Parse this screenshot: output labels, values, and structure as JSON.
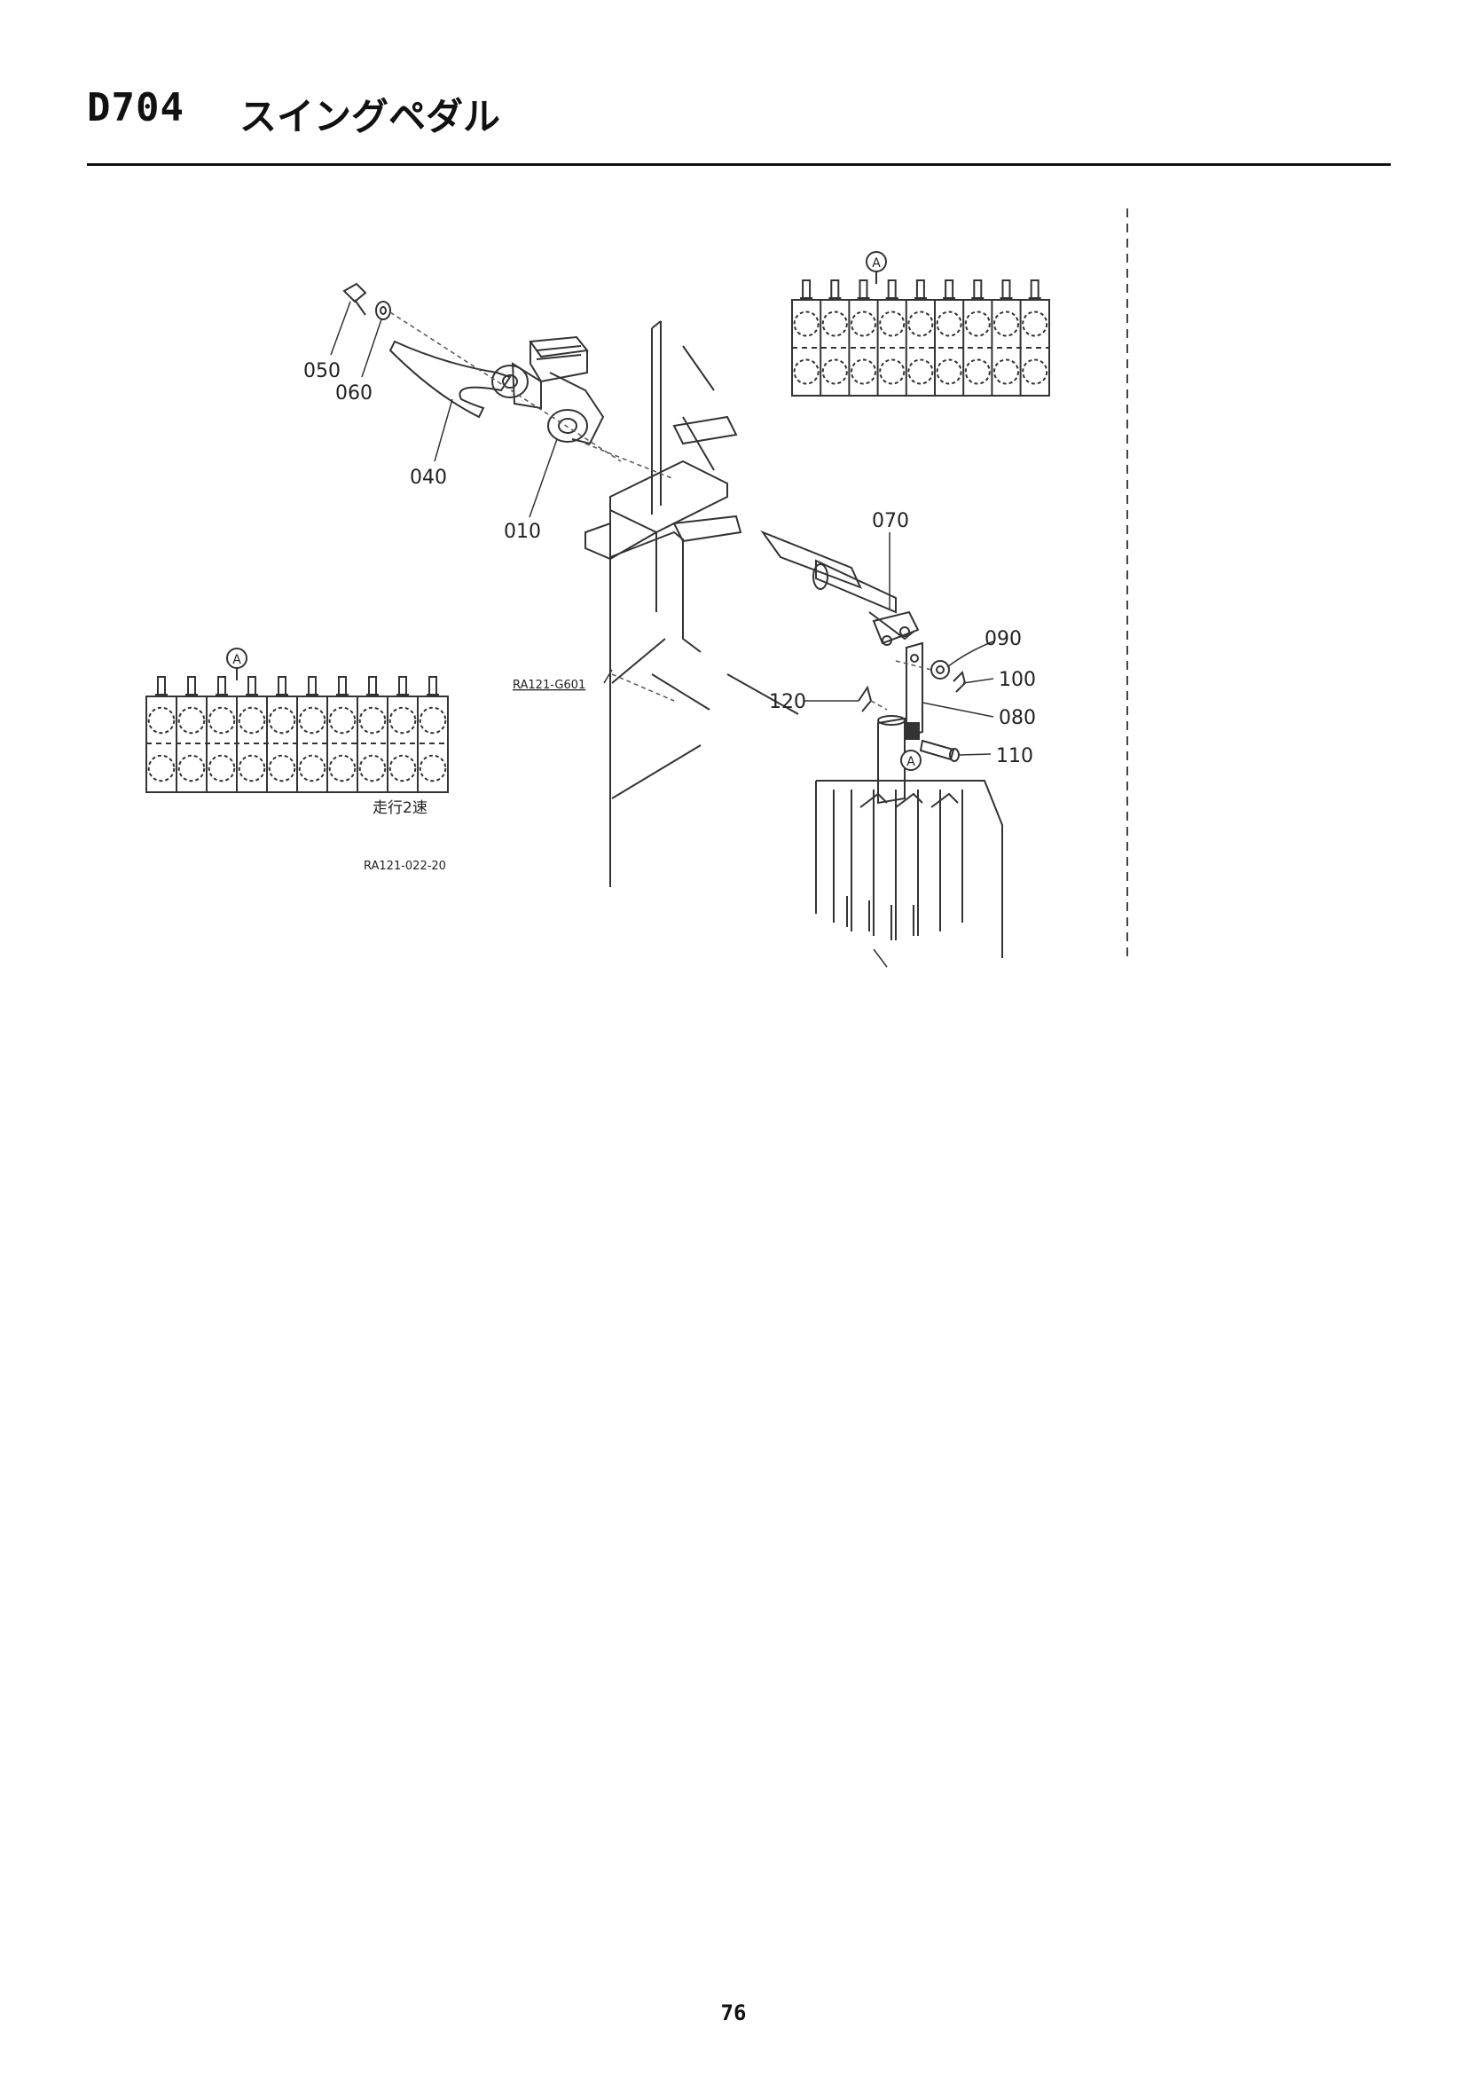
{
  "header": {
    "code": "D704",
    "title": "スイングペダル"
  },
  "diagram": {
    "callouts": {
      "c010": "010",
      "c040": "040",
      "c050": "050",
      "c060": "060",
      "c070": "070",
      "c080": "080",
      "c090": "090",
      "c100": "100",
      "c110": "110",
      "c120": "120"
    },
    "markers": {
      "a_top_valve": "A",
      "a_left_valve": "A",
      "a_lower_rod": "A"
    },
    "refs": {
      "assembly_ref": "RA121-G601",
      "drawing_no": "RA121-022-20"
    },
    "left_valve_caption": "走行2速"
  },
  "footer": {
    "page_number": "76"
  }
}
